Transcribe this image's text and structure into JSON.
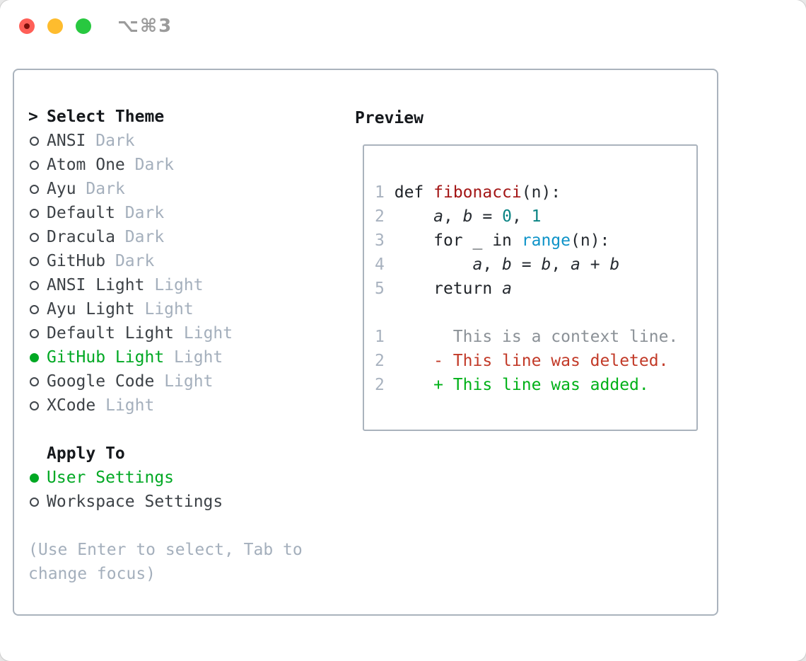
{
  "window": {
    "title": "⌥⌘3",
    "controls": [
      {
        "name": "close",
        "color": "#ff5f57",
        "dot": true
      },
      {
        "name": "minimize",
        "color": "#febc2e",
        "dot": false
      },
      {
        "name": "zoom",
        "color": "#28c840",
        "dot": false
      }
    ]
  },
  "theme_panel": {
    "header": {
      "prefix": ">",
      "label": "Select Theme"
    },
    "themes": [
      {
        "name": "ANSI",
        "variant": "Dark",
        "selected": false
      },
      {
        "name": "Atom One",
        "variant": "Dark",
        "selected": false
      },
      {
        "name": "Ayu",
        "variant": "Dark",
        "selected": false
      },
      {
        "name": "Default",
        "variant": "Dark",
        "selected": false
      },
      {
        "name": "Dracula",
        "variant": "Dark",
        "selected": false
      },
      {
        "name": "GitHub",
        "variant": "Dark",
        "selected": false
      },
      {
        "name": "ANSI Light",
        "variant": "Light",
        "selected": false
      },
      {
        "name": "Ayu Light",
        "variant": "Light",
        "selected": false
      },
      {
        "name": "Default Light",
        "variant": "Light",
        "selected": false
      },
      {
        "name": "GitHub Light",
        "variant": "Light",
        "selected": true
      },
      {
        "name": "Google Code",
        "variant": "Light",
        "selected": false
      },
      {
        "name": "XCode",
        "variant": "Light",
        "selected": false
      }
    ],
    "apply_to": {
      "header": "Apply To",
      "options": [
        {
          "label": "User Settings",
          "selected": true
        },
        {
          "label": "Workspace Settings",
          "selected": false
        }
      ]
    },
    "help_lines": [
      "(Use Enter to select, Tab to",
      "change focus)"
    ]
  },
  "preview": {
    "header": "Preview",
    "lines": [
      {
        "num": "1",
        "segs": [
          [
            " ",
            "plain"
          ],
          [
            "def",
            "keyword"
          ],
          [
            " ",
            "plain"
          ],
          [
            "fibonacci",
            "function"
          ],
          [
            "(n):",
            "plain"
          ]
        ]
      },
      {
        "num": "2",
        "segs": [
          [
            "     ",
            "plain"
          ],
          [
            "a",
            "variable"
          ],
          [
            ", ",
            "plain"
          ],
          [
            "b",
            "variable"
          ],
          [
            " = ",
            "plain"
          ],
          [
            "0",
            "number"
          ],
          [
            ", ",
            "plain"
          ],
          [
            "1",
            "number"
          ]
        ]
      },
      {
        "num": "3",
        "segs": [
          [
            "     ",
            "plain"
          ],
          [
            "for",
            "keyword"
          ],
          [
            " _ ",
            "plain"
          ],
          [
            "in",
            "keyword"
          ],
          [
            " ",
            "plain"
          ],
          [
            "range",
            "builtin"
          ],
          [
            "(n):",
            "plain"
          ]
        ]
      },
      {
        "num": "4",
        "segs": [
          [
            "         ",
            "plain"
          ],
          [
            "a",
            "variable"
          ],
          [
            ", ",
            "plain"
          ],
          [
            "b",
            "variable"
          ],
          [
            " = ",
            "plain"
          ],
          [
            "b",
            "variable"
          ],
          [
            ", ",
            "plain"
          ],
          [
            "a",
            "variable"
          ],
          [
            " + ",
            "plain"
          ],
          [
            "b",
            "variable"
          ]
        ]
      },
      {
        "num": "5",
        "segs": [
          [
            "     ",
            "plain"
          ],
          [
            "return",
            "keyword"
          ],
          [
            " ",
            "plain"
          ],
          [
            "a",
            "variable"
          ]
        ]
      },
      {
        "num": "",
        "segs": []
      },
      {
        "num": "1",
        "segs": [
          [
            "       This is a context line.",
            "context"
          ]
        ]
      },
      {
        "num": "2",
        "segs": [
          [
            "     ",
            "plain"
          ],
          [
            "- This line was deleted.",
            "deleted"
          ]
        ]
      },
      {
        "num": "2",
        "segs": [
          [
            "     ",
            "plain"
          ],
          [
            "+ This line was added.",
            "added"
          ]
        ]
      }
    ]
  },
  "colors": {
    "text_dark": "#15181c",
    "item_text": "#3d4247",
    "muted": "#a4afbc",
    "line_num": "#a8b2bf",
    "context_gray": "#8b9197",
    "selected_green": "#00a823",
    "added_green": "#00b118",
    "deleted_red": "#c23a28",
    "function_red": "#a31515",
    "number_teal": "#0b8484",
    "builtin_blue": "#0e93c8",
    "panel_border": "#aab3bd",
    "titlebar_gray": "#9b9b9b",
    "tl_red_dot": "#7d100a"
  }
}
